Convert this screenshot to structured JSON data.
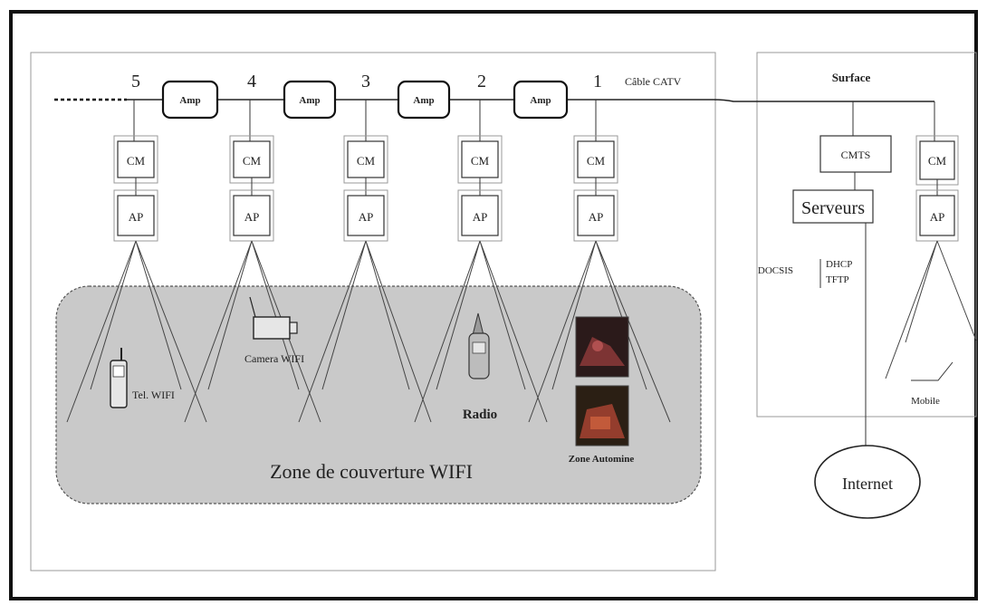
{
  "cable_label": "Câble CATV",
  "nodes": [
    {
      "number": "5",
      "cm": "CM",
      "ap": "AP"
    },
    {
      "number": "4",
      "cm": "CM",
      "ap": "AP"
    },
    {
      "number": "3",
      "cm": "CM",
      "ap": "AP"
    },
    {
      "number": "2",
      "cm": "CM",
      "ap": "AP"
    },
    {
      "number": "1",
      "cm": "CM",
      "ap": "AP"
    }
  ],
  "amps": [
    "Amp",
    "Amp",
    "Amp",
    "Amp"
  ],
  "surface": {
    "title": "Surface",
    "cmts": "CMTS",
    "cm": "CM",
    "ap": "AP",
    "servers": "Serveurs",
    "docsis": "DOCSIS",
    "dhcp": "DHCP",
    "tftp": "TFTP",
    "mobile": "Mobile"
  },
  "coverage": {
    "zone_label": "Zone de couverture WIFI",
    "devices": {
      "phone": "Tel. WIFI",
      "camera": "Camera WIFI",
      "radio": "Radio",
      "auto_zone": "Zone Automine"
    }
  },
  "internet": "Internet"
}
